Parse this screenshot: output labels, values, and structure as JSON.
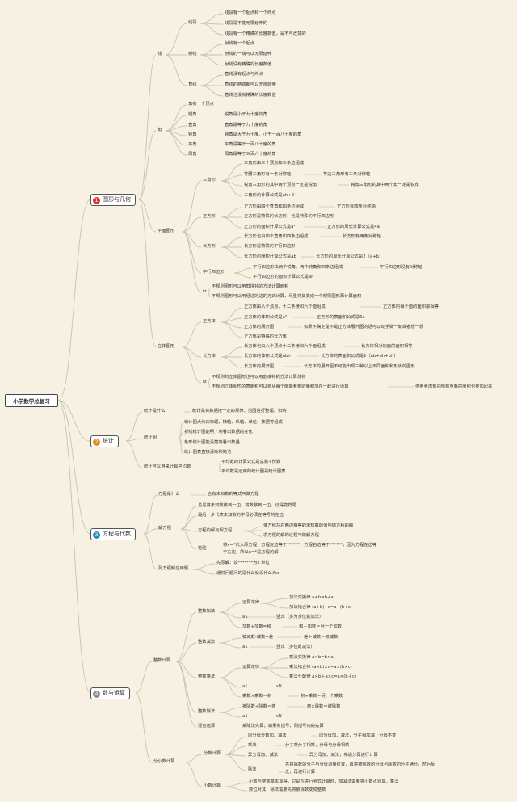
{
  "root": "小学数学总复习",
  "colors": {
    "b1": "#d63b2f",
    "b2": "#e68a1e",
    "b3": "#2b86c5",
    "b4": "#8a8a8a",
    "line": "#c8c3aa"
  },
  "b1": {
    "label": "图形与几何",
    "num": "1",
    "line": {
      "label": "线",
      "seg": {
        "label": "线段",
        "items": [
          "线段有一个起点和一个终点",
          "线段是不能无限延伸的",
          "线段有一个精确的长度数值，是不可改变的"
        ]
      },
      "ray": {
        "label": "射线",
        "items": [
          "射线有一个起点",
          "射线的一端可以无限延伸",
          "射线没有精确的长度数值"
        ]
      },
      "str": {
        "label": "直线",
        "items": [
          "直线没有起点与终点",
          "直线的两端都可以无限延伸",
          "直线也没有精确的长度数值"
        ]
      }
    },
    "angle": {
      "label": "角",
      "top": "角有一个顶点",
      "rows": [
        {
          "k": "锐角",
          "v": "锐角是小于九十度的角"
        },
        {
          "k": "直角",
          "v": "直角是等于九十度的角"
        },
        {
          "k": "钝角",
          "v": "钝角是大于九十度、小于一百八十度的角"
        },
        {
          "k": "平角",
          "v": "平角是等于一百八十度的角"
        },
        {
          "k": "周角",
          "v": "周角是等于三百六十度的角"
        }
      ]
    },
    "plane": {
      "label": "平面图形",
      "tri": {
        "label": "三角形",
        "a": "三角形由三个顶点和三条边组成",
        "b": "等腰三角形有一条对称轴",
        "b2": "等边三角形有三条对称轴",
        "c": "锐角三角形的其中两个顶点一定是锐角",
        "c2": "钝角三角形的其中两个角一定是锐角",
        "d": "三角形的计算公式是ah÷2"
      },
      "sq": {
        "label": "正方形",
        "a": "正方形由四个直角和四条边组成",
        "a2": "正方形有四条对称轴",
        "b": "正方形是特殊的长方形，也是特殊的平行四边形",
        "c": "正方形的面积计算公式是a²",
        "c2": "正方形的周长计算公式是4a"
      },
      "rect": {
        "label": "长方形",
        "a": "长方形也由四个直角和四条边组成",
        "a2": "长方形有两条对称轴",
        "b": "长方形是特殊的平行四边形",
        "c": "长方形的面积计算公式是ab",
        "c2": "长方形的周长计算公式是2（a+b）"
      },
      "par": {
        "label": "平行四边形",
        "a": "平行四边形由两个锐角、两个钝角和四条边组成",
        "a2": "平行四边形没有对称轴",
        "b": "平行四边形的面积计算公式是ah"
      },
      "fz": {
        "label": "fz",
        "a": "不规则图形可以用剪拼补的方法计算面积",
        "b": "不规则图形可以用经过的边的方式计算，尽量将其变成一个规则图形再计算面积"
      }
    },
    "solid": {
      "label": "立体图形",
      "cube": {
        "label": "正方体",
        "a": "正方体由八个顶点、十二条棱和六个面组成",
        "a2": "正方体的每个面的面积都相等",
        "b": "正方体的体积公式是a³",
        "b2": "正方形的表面积公式是6a",
        "c": "正方体的展开图",
        "c2": "如果不确定是不是正方体展开图的话可以动手做一做或者想一想",
        "d": "正方体是特殊的长方体"
      },
      "cub": {
        "label": "长方体",
        "a": "长方体也由八个顶点十二条棱和六个面组成",
        "a2": "长方体相对的面的面积相等",
        "b": "长方体的体积公式是abh",
        "b2": "长方体的表面积公式是2（ab+ah+bh）",
        "c": "长方体的展开图",
        "c2": "长方体的展开图不可能出现三种以上不同面积和形状的图形"
      },
      "fz": {
        "label": "fz",
        "a": "不规则的立体图形也可以用割或补的方法计算体积",
        "b": "不规则立体图形的表面积可以将从每个面能看到的面积加在一起进行运算",
        "b2": "但要考虑到内部有重叠的面积也要加起来"
      }
    }
  },
  "b2": {
    "label": "统计",
    "num": "2",
    "what": {
      "label": "统计是什么",
      "v": "统计是将数据按一定的规律、范围进行整理、归纳"
    },
    "chart": {
      "label": "统计图",
      "items": [
        "统计图大约由标题、横轴、纵轴、单位、数据等组成",
        "折线统计图能明了地看出数据的变化",
        "条形统计图能清楚地看出数量",
        "统计图表直接清晰和简洁"
      ]
    },
    "avg": {
      "label": "统计可以用来计算平均数",
      "items": [
        "平均数的计算公式是总数÷份数",
        "平均数是运用的统计图是统计图表"
      ]
    }
  },
  "b3": {
    "label": "方程与代数",
    "num": "3",
    "what": {
      "label": "方程是什么",
      "v": "含有未知数的等式叫做方程"
    },
    "solve": {
      "label": "解方程",
      "a": "总是将未知数移到一边，将数移到一边，记得变符号",
      "b": "最后一步代表未知数的字母必须在等号的左边",
      "c": "方程的解与解方程",
      "c1": "使方程左右两边相等的未知数的值叫做方程的解",
      "c2": "求方程的解的过程叫做解方程",
      "d": "检验",
      "d1": "将x=*代入原方程，方程左边等于******，方程右边等于******，因为方程左边等",
      "d2": "于右边，所以x=*是方程的解"
    },
    "app": {
      "label": "列方程解应用题",
      "a": "先写解：设*******为x 单位",
      "b": "通常问题问的是什么就设什么为x"
    }
  },
  "b4": {
    "label": "数与运算",
    "num": "4",
    "int": {
      "label": "整数计算",
      "add": {
        "label": "整数加法",
        "law": "运算定律",
        "law1": "加法交换律 a+b=b+a",
        "law2": "加法结合律 (a+b)+c=a+(b+c)",
        "n": "a1",
        "n2": "竖式（多为多位数加法）",
        "q": "加数+加数=和",
        "q2": "和－加数＝另一个加数"
      },
      "sub": {
        "label": "整数减法",
        "a": "被减数-减数=差",
        "a2": "差＋减数＝被减数",
        "n": "a1",
        "n2": "竖式（多位数减法）"
      },
      "mul": {
        "label": "整数乘法",
        "law": "运算定律",
        "law1": "乘法交换律 a×b=b×a",
        "law2": "乘法结合律 (a×b)×c=a×(b×c)",
        "law3": "乘法分配律 a×b＋a×c=a×(b＋c)",
        "n": "a1",
        "n2": "sN",
        "q": "乘数×乘数＝积",
        "q2": "积÷乘数＝另一个乘数"
      },
      "div": {
        "label": "整数除法",
        "a": "被除数÷除数＝商",
        "a2": "商×除数＝被除数",
        "n": "a1",
        "n2": "sN"
      },
      "mix": {
        "label": "混合运算",
        "v": "乘除法先算，如果有括号，则括号内的先算"
      }
    },
    "frac": {
      "label": "分小数计算",
      "f": {
        "label": "分数计算",
        "a": "同分母分数加、减法",
        "a2": "同分母加、减法，分子相加减，分母不变",
        "b": "乘法",
        "b2": "分子乘分子相乘，分母与分母相乘",
        "c": "异分母加、减法",
        "c2": "异分母加、减法，先通分再进行计算",
        "d": "除法",
        "d2": "先将除数的分子与分母调换位置，再将被除数的分母与除数的分子通分，然后反",
        "d3": "之，再进行计算"
      },
      "d": {
        "label": "小数计算",
        "a": "小数与整数基本算得，只是在进行竖式计算时，加减法需要将小数点对其，乘法",
        "b": "数位对其，除法需要先将被除数变成整数"
      }
    }
  }
}
